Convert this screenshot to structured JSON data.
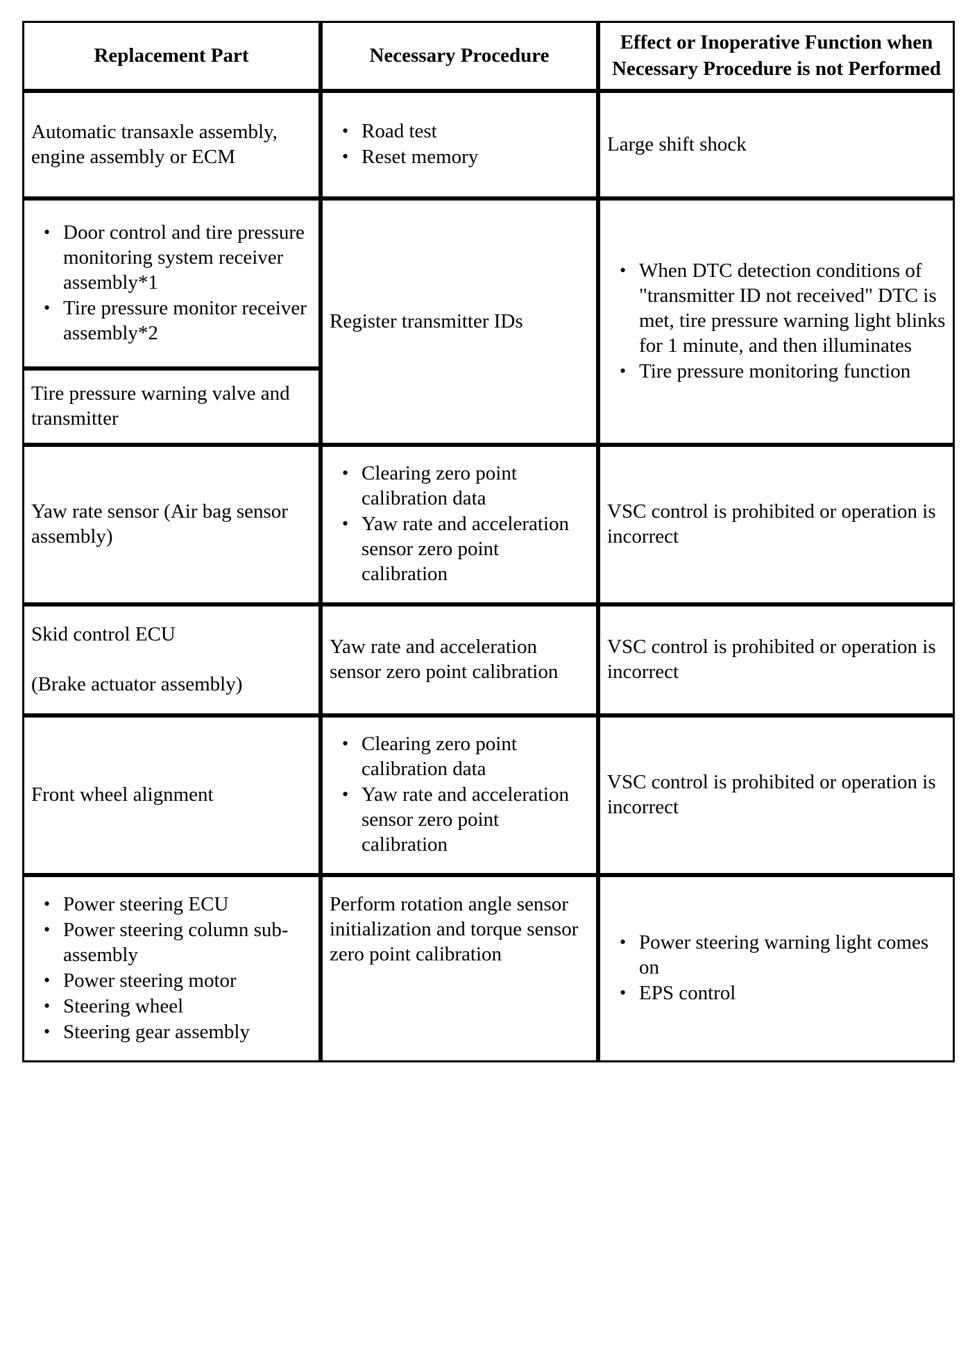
{
  "table": {
    "headers": [
      "Replacement Part",
      "Necessary Procedure",
      "Effect or Inoperative Function when Necessary Procedure is not Performed"
    ],
    "rows": [
      {
        "id": "row-automatic-transaxle",
        "part_text": "Automatic transaxle assembly, engine assembly or ECM",
        "procedure_bullets": [
          "Road test",
          "Reset memory"
        ],
        "effect_text": "Large shift shock"
      },
      {
        "id": "row-tire-pressure-receiver",
        "part_bullets": [
          "Door control and tire pressure monitoring system receiver assembly*1",
          "Tire pressure monitor receiver assembly*2"
        ],
        "part_text_second": "Tire pressure warning valve and transmitter",
        "procedure_text": "Register transmitter IDs",
        "effect_bullets": [
          "When DTC detection conditions of \"transmitter ID not received\" DTC is met, tire pressure warning light blinks for 1 minute, and then illuminates",
          "Tire pressure monitoring function"
        ]
      },
      {
        "id": "row-yaw-rate-sensor",
        "part_text": "Yaw rate sensor (Air bag sensor assembly)",
        "procedure_bullets": [
          "Clearing zero point calibration data",
          "Yaw rate and acceleration sensor zero point calibration"
        ],
        "effect_text": "VSC control is prohibited or operation is incorrect"
      },
      {
        "id": "row-skid-control-ecu",
        "part_text": "Skid control ECU\n\n(Brake actuator assembly)",
        "procedure_text": "Yaw rate and acceleration sensor zero point calibration",
        "effect_text": "VSC control is prohibited or operation is incorrect"
      },
      {
        "id": "row-front-wheel-alignment",
        "part_text": "Front wheel alignment",
        "procedure_bullets": [
          "Clearing zero point calibration data",
          "Yaw rate and acceleration sensor zero point calibration"
        ],
        "effect_text": "VSC control is prohibited or operation is incorrect"
      },
      {
        "id": "row-power-steering",
        "part_bullets": [
          "Power steering ECU",
          "Power steering column sub-assembly",
          "Power steering motor",
          "Steering wheel",
          "Steering gear assembly"
        ],
        "procedure_text": "Perform rotation angle sensor initialization and torque sensor zero point calibration",
        "effect_bullets": [
          "Power steering warning light comes on",
          "EPS control"
        ]
      }
    ]
  },
  "colors": {
    "border": "#000000",
    "text": "#000000",
    "background": "#ffffff"
  }
}
